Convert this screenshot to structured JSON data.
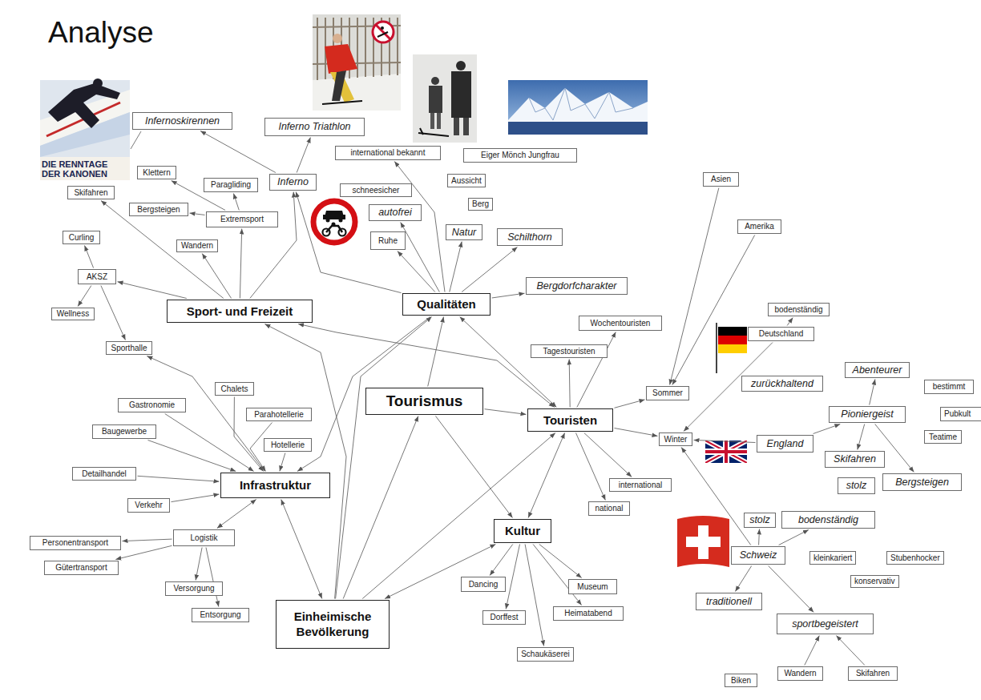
{
  "diagram": {
    "title": "Analyse",
    "nodes": [
      {
        "text": [
          "Infernoskirennen"
        ]
      },
      {
        "text": [
          "Inferno Triathlon"
        ]
      },
      {
        "text": [
          "international bekannt"
        ]
      },
      {
        "text": [
          "Eiger Mönch Jungfrau"
        ]
      },
      {
        "text": [
          "Klettern"
        ]
      },
      {
        "text": [
          "Aussicht"
        ]
      },
      {
        "text": [
          "Inferno"
        ]
      },
      {
        "text": [
          "Paragliding"
        ]
      },
      {
        "text": [
          "schneesicher"
        ]
      },
      {
        "text": [
          "Skifahren"
        ]
      },
      {
        "text": [
          "Berg"
        ]
      },
      {
        "text": [
          "Bergsteigen"
        ]
      },
      {
        "text": [
          "autofrei"
        ]
      },
      {
        "text": [
          "Extremsport"
        ]
      },
      {
        "text": [
          "Natur"
        ]
      },
      {
        "text": [
          "Schilthorn"
        ]
      },
      {
        "text": [
          "Curling"
        ]
      },
      {
        "text": [
          "Ruhe"
        ]
      },
      {
        "text": [
          "Wandern"
        ]
      },
      {
        "text": [
          "AKSZ"
        ]
      },
      {
        "text": [
          "Bergdorfcharakter"
        ]
      },
      {
        "text": [
          "Qualitäten"
        ]
      },
      {
        "text": [
          "Sport- und Freizeit"
        ]
      },
      {
        "text": [
          "Wellness"
        ]
      },
      {
        "text": [
          "Asien"
        ]
      },
      {
        "text": [
          "Amerika"
        ]
      },
      {
        "text": [
          "bodenständig"
        ]
      },
      {
        "text": [
          "Deutschland"
        ]
      },
      {
        "text": [
          "Wochentouristen"
        ]
      },
      {
        "text": [
          "Tagestouristen"
        ]
      },
      {
        "text": [
          "Sporthalle"
        ]
      },
      {
        "text": [
          "Abenteurer"
        ]
      },
      {
        "text": [
          "zurückhaltend"
        ]
      },
      {
        "text": [
          "bestimmt"
        ]
      },
      {
        "text": [
          "Chalets"
        ]
      },
      {
        "text": [
          "Sommer"
        ]
      },
      {
        "text": [
          "Tourismus"
        ]
      },
      {
        "text": [
          "Gastronomie"
        ]
      },
      {
        "text": [
          "Pioniergeist"
        ]
      },
      {
        "text": [
          "Pubkult"
        ]
      },
      {
        "text": [
          "Parahotellerie"
        ]
      },
      {
        "text": [
          "Touristen"
        ]
      },
      {
        "text": [
          "Baugewerbe"
        ]
      },
      {
        "text": [
          "Teatime"
        ]
      },
      {
        "text": [
          "Winter"
        ]
      },
      {
        "text": [
          "England"
        ]
      },
      {
        "text": [
          "Hotellerie"
        ]
      },
      {
        "text": [
          "Skifahren"
        ]
      },
      {
        "text": [
          "Detailhandel"
        ]
      },
      {
        "text": [
          "Infrastruktur"
        ]
      },
      {
        "text": [
          "Bergsteigen"
        ]
      },
      {
        "text": [
          "stolz"
        ]
      },
      {
        "text": [
          "international"
        ]
      },
      {
        "text": [
          "Verkehr"
        ]
      },
      {
        "text": [
          "national"
        ]
      },
      {
        "text": [
          "stolz"
        ]
      },
      {
        "text": [
          "bodenständig"
        ]
      },
      {
        "text": [
          "Kultur"
        ]
      },
      {
        "text": [
          "Logistik"
        ]
      },
      {
        "text": [
          "Personentransport"
        ]
      },
      {
        "text": [
          "Schweiz"
        ]
      },
      {
        "text": [
          "kleinkariert"
        ]
      },
      {
        "text": [
          "Stubenhocker"
        ]
      },
      {
        "text": [
          "Gütertransport"
        ]
      },
      {
        "text": [
          "konservativ"
        ]
      },
      {
        "text": [
          "Dancing"
        ]
      },
      {
        "text": [
          "Museum"
        ]
      },
      {
        "text": [
          "Versorgung"
        ]
      },
      {
        "text": [
          "traditionell"
        ]
      },
      {
        "text": [
          "Einheimische Bevölkerung"
        ]
      },
      {
        "text": [
          "Heimatabend"
        ]
      },
      {
        "text": [
          "Entsorgung"
        ]
      },
      {
        "text": [
          "Dorffest"
        ]
      },
      {
        "text": [
          "sportbegeistert"
        ]
      },
      {
        "text": [
          "Schaukäserei"
        ]
      },
      {
        "text": [
          "Wandern"
        ]
      },
      {
        "text": [
          "Skifahren"
        ]
      },
      {
        "text": [
          "Biken"
        ]
      }
    ],
    "edges": [
      {
        "from": 22,
        "to": 9,
        "arrow": "to"
      },
      {
        "from": 22,
        "to": 18,
        "arrow": "to"
      },
      {
        "from": 22,
        "to": 13,
        "arrow": "to"
      },
      {
        "from": 22,
        "to": 6,
        "arrow": "to"
      },
      {
        "from": 22,
        "to": 19,
        "arrow": "to"
      },
      {
        "from": 13,
        "to": 4,
        "arrow": "to"
      },
      {
        "from": 13,
        "to": 7,
        "arrow": "to"
      },
      {
        "from": 13,
        "to": 11,
        "arrow": "to"
      },
      {
        "from": 6,
        "to": 0,
        "arrow": "to"
      },
      {
        "from": 6,
        "to": 1,
        "arrow": "to"
      },
      {
        "from": 19,
        "to": 16,
        "arrow": "to"
      },
      {
        "from": 19,
        "to": 23,
        "arrow": "to"
      },
      {
        "from": 19,
        "to": 30,
        "arrow": "to"
      },
      {
        "from": 21,
        "to": 17,
        "arrow": "to"
      },
      {
        "from": 21,
        "to": 12,
        "arrow": "to"
      },
      {
        "from": 21,
        "to": 14,
        "arrow": "to"
      },
      {
        "from": 21,
        "to": 15,
        "arrow": "to"
      },
      {
        "from": 21,
        "to": 20,
        "arrow": "to"
      },
      {
        "from": 21,
        "to": 2,
        "arrow": "to"
      },
      {
        "from": 21,
        "to": 6,
        "arrow": "to"
      },
      {
        "from": 36,
        "to": 21,
        "arrow": "to"
      },
      {
        "from": 36,
        "to": 41,
        "arrow": "to"
      },
      {
        "from": 36,
        "to": 57,
        "arrow": "to"
      },
      {
        "from": 41,
        "to": 28,
        "arrow": "to"
      },
      {
        "from": 41,
        "to": 29,
        "arrow": "to"
      },
      {
        "from": 41,
        "to": 35,
        "arrow": "to"
      },
      {
        "from": 41,
        "to": 44,
        "arrow": "to"
      },
      {
        "from": 41,
        "to": 52,
        "arrow": "to"
      },
      {
        "from": 41,
        "to": 54,
        "arrow": "to"
      },
      {
        "from": 41,
        "to": 22,
        "arrow": "both"
      },
      {
        "from": 21,
        "to": 41,
        "arrow": "both"
      },
      {
        "from": 41,
        "to": 57,
        "arrow": "both"
      },
      {
        "from": 24,
        "to": 35,
        "arrow": "to"
      },
      {
        "from": 25,
        "to": 35,
        "arrow": "to"
      },
      {
        "from": 27,
        "to": 44,
        "arrow": "to"
      },
      {
        "from": 27,
        "to": 26,
        "arrow": "to"
      },
      {
        "from": 45,
        "to": 44,
        "arrow": "to"
      },
      {
        "from": 45,
        "to": 38,
        "arrow": "to"
      },
      {
        "from": 38,
        "to": 31,
        "arrow": "to"
      },
      {
        "from": 38,
        "to": 47,
        "arrow": "to"
      },
      {
        "from": 38,
        "to": 50,
        "arrow": "to"
      },
      {
        "from": 60,
        "to": 44,
        "arrow": "to"
      },
      {
        "from": 60,
        "to": 55,
        "arrow": "to"
      },
      {
        "from": 60,
        "to": 56,
        "arrow": "to"
      },
      {
        "from": 60,
        "to": 68,
        "arrow": "to"
      },
      {
        "from": 60,
        "to": 73,
        "arrow": "to"
      },
      {
        "from": 75,
        "to": 73,
        "arrow": "to"
      },
      {
        "from": 76,
        "to": 73,
        "arrow": "to"
      },
      {
        "from": 57,
        "to": 65,
        "arrow": "to"
      },
      {
        "from": 57,
        "to": 72,
        "arrow": "to"
      },
      {
        "from": 57,
        "to": 74,
        "arrow": "to"
      },
      {
        "from": 57,
        "to": 70,
        "arrow": "to"
      },
      {
        "from": 57,
        "to": 66,
        "arrow": "to"
      },
      {
        "from": 37,
        "to": 49,
        "arrow": "to"
      },
      {
        "from": 34,
        "to": 49,
        "arrow": "to"
      },
      {
        "from": 40,
        "to": 49,
        "arrow": "to"
      },
      {
        "from": 46,
        "to": 49,
        "arrow": "to"
      },
      {
        "from": 42,
        "to": 49,
        "arrow": "to"
      },
      {
        "from": 48,
        "to": 49,
        "arrow": "to"
      },
      {
        "from": 53,
        "to": 49,
        "arrow": "to"
      },
      {
        "from": 58,
        "to": 49,
        "arrow": "both"
      },
      {
        "from": 49,
        "to": 30,
        "arrow": "to"
      },
      {
        "from": 58,
        "to": 59,
        "arrow": "to"
      },
      {
        "from": 58,
        "to": 63,
        "arrow": "to"
      },
      {
        "from": 58,
        "to": 67,
        "arrow": "to"
      },
      {
        "from": 58,
        "to": 71,
        "arrow": "to"
      },
      {
        "from": 69,
        "to": 49,
        "arrow": "both"
      },
      {
        "from": 69,
        "to": 22,
        "arrow": "to"
      },
      {
        "from": 69,
        "to": 21,
        "arrow": "to"
      },
      {
        "from": 69,
        "to": 36,
        "arrow": "to"
      },
      {
        "from": 69,
        "to": 41,
        "arrow": "to"
      },
      {
        "from": 69,
        "to": 57,
        "arrow": "both"
      },
      {
        "from": 21,
        "to": 49,
        "arrow": "to"
      }
    ],
    "labels": [
      "DIE RENNTAGE DER KANONEN"
    ]
  }
}
